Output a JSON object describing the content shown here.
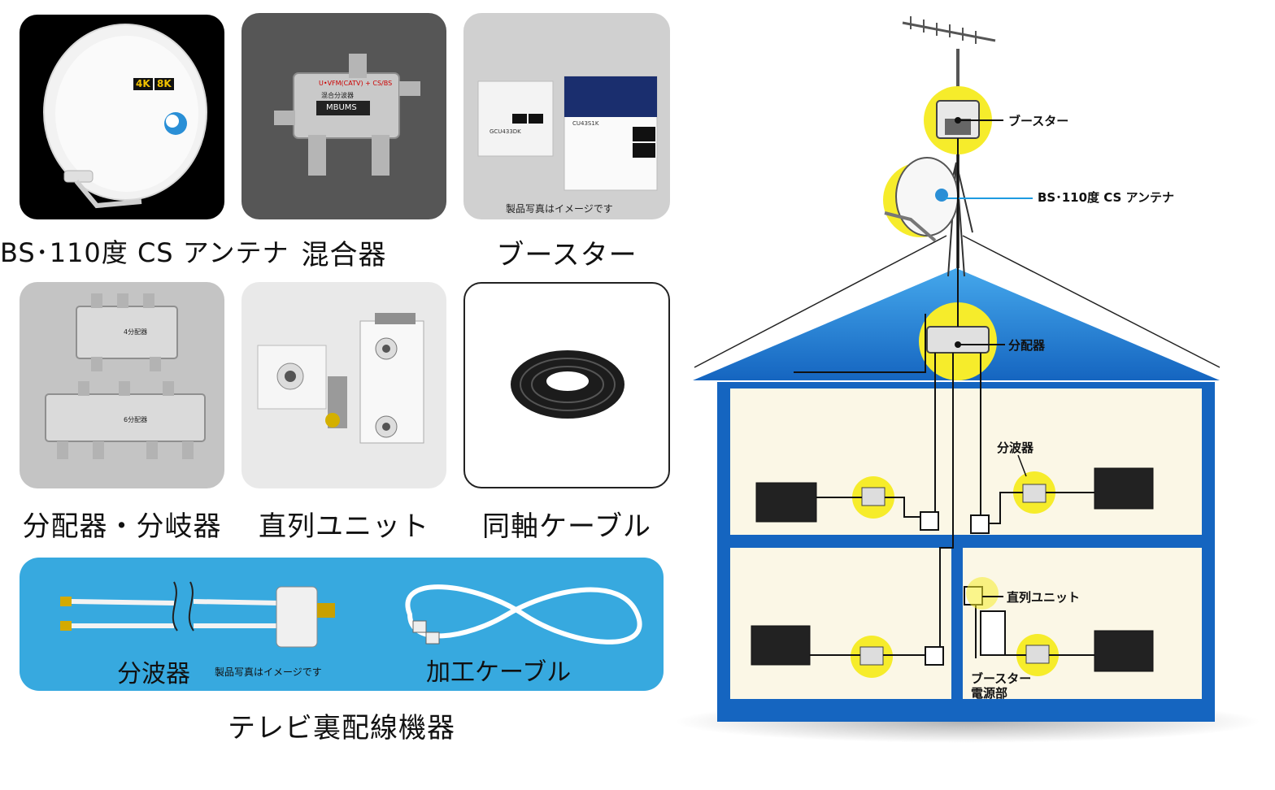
{
  "products": [
    {
      "caption": "BS･110度 CS アンテナ",
      "badge_4k": "4K",
      "badge_8k": "8K"
    },
    {
      "caption": "混合器",
      "device_text": "U•VFM(CATV) + CS/BS",
      "device_model": "MBUMS",
      "device_name": "混合分波器"
    },
    {
      "caption": "ブースター",
      "note": "製品写真はイメージです",
      "device_model_1": "GCU433DK",
      "device_model_2": "CU43S1K"
    },
    {
      "caption": "分配器・分岐器",
      "device_1": "4分配器",
      "device_2": "6分配器"
    },
    {
      "caption": "直列ユニット"
    },
    {
      "caption": "同軸ケーブル"
    }
  ],
  "accessory_panel": {
    "label_splitter": "分波器",
    "note": "製品写真はイメージです",
    "label_cable": "加工ケーブル",
    "bg_color": "#37a9df"
  },
  "footer_caption": "テレビ裏配線機器",
  "house_labels": {
    "booster": "ブースター",
    "antenna": "BS･110度 CS アンテナ",
    "distributor": "分配器",
    "splitter": "分波器",
    "series_unit": "直列ユニット",
    "power_unit_line1": "ブースター",
    "power_unit_line2": "電源部"
  },
  "colors": {
    "highlight": "#f6ec2b",
    "house_blue": "#1565c0",
    "roof_light": "#2196f3",
    "accent_line": "#1e9be0"
  }
}
